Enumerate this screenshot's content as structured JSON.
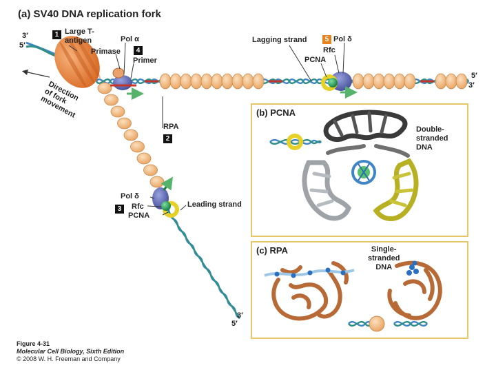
{
  "title": "(a) SV40 DNA replication fork",
  "labels": {
    "large_t": "Large T-\nantigen",
    "primase": "Primase",
    "pol_alpha": "Pol α",
    "primer": "Primer",
    "lagging_strand": "Lagging strand",
    "pol_delta_top": "Pol δ",
    "rfc_top": "Rfc",
    "pcna_top": "PCNA",
    "rpa": "RPA",
    "pol_delta_bottom": "Pol δ",
    "rfc_bottom": "Rfc",
    "pcna_bottom": "PCNA",
    "leading_strand": "Leading strand",
    "direction": "Direction\nof fork\nmovement"
  },
  "steps": [
    "1",
    "4",
    "5",
    "2",
    "3"
  ],
  "strand_ends": {
    "top_left_3": "3′",
    "top_left_5": "5′",
    "right_5": "5′",
    "right_3": "3′",
    "bottom_3": "3′",
    "bottom_5": "5′"
  },
  "panel_b": {
    "title": "(b) PCNA",
    "label": "Double-\nstranded\nDNA"
  },
  "panel_c": {
    "title": "(c) RPA",
    "label": "Single-\nstranded\nDNA"
  },
  "caption": {
    "figure": "Figure 4-31",
    "book": "Molecular Cell Biology, Sixth Edition",
    "copyright": "© 2008 W. H. Freeman and Company"
  },
  "colors": {
    "dna_blue": "#3f86c6",
    "dna_teal": "#2f8f86",
    "dna_red": "#c8332a",
    "rpa_orange": "#f2b77c",
    "large_t": "#e8823a",
    "pol_blue": "#5a67b3",
    "pcna_yellow": "#e6d02a",
    "pol_green": "#2fa060",
    "panel_border": "#e7c66a",
    "pcna_dark": "#3a3a3a",
    "pcna_olive": "#b6b022",
    "rpa_brown": "#b86a36",
    "step_orange": "#e8821e"
  }
}
